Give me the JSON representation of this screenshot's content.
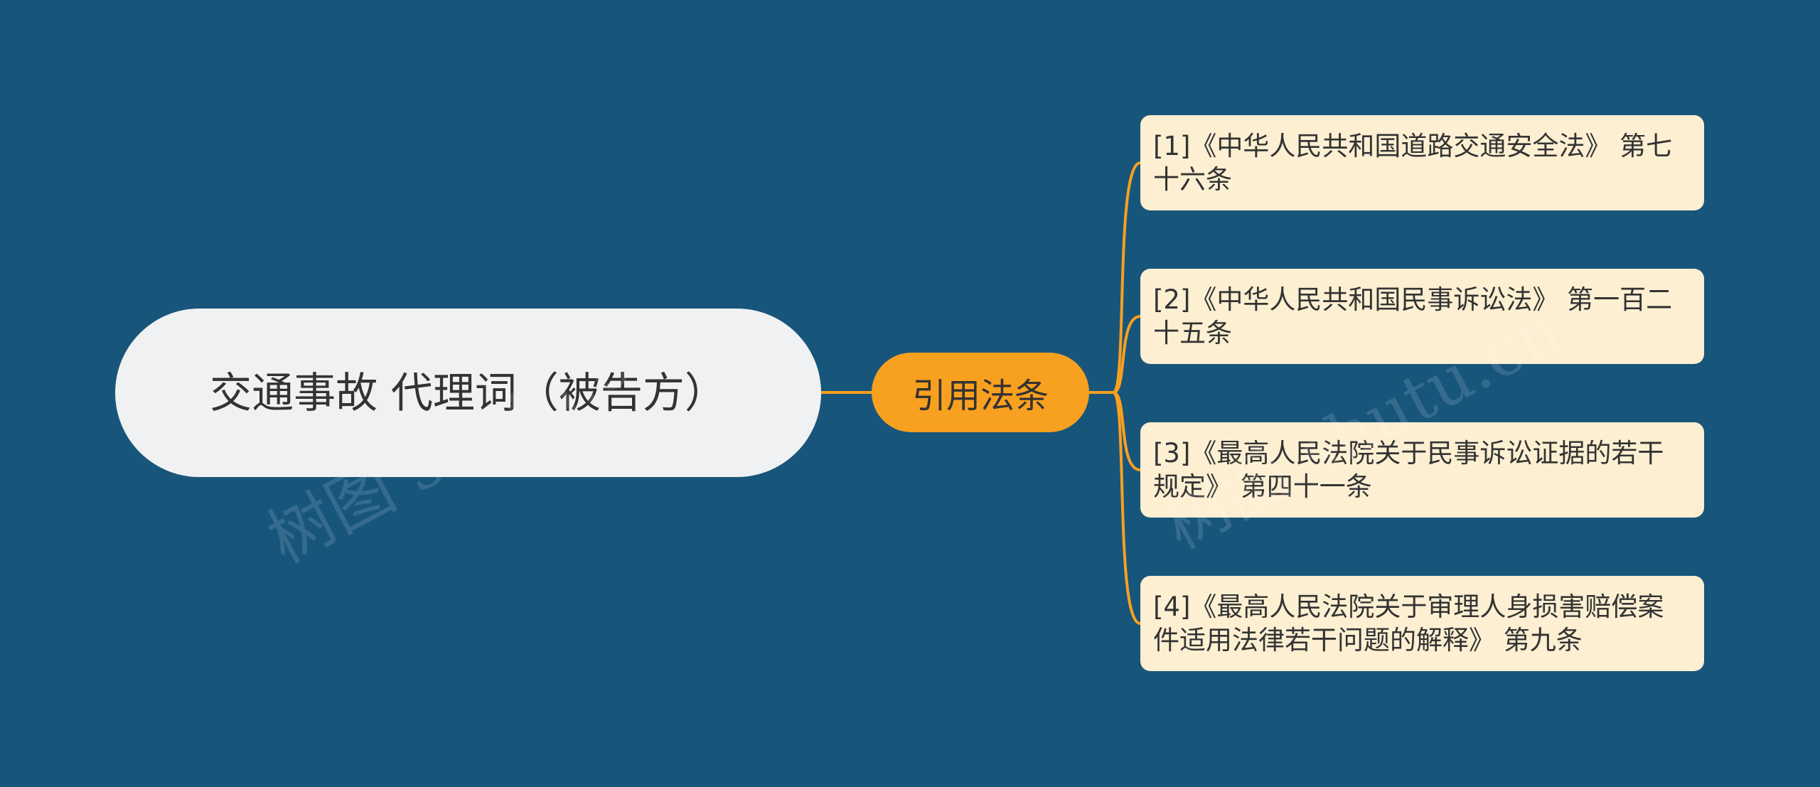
{
  "root": {
    "text": "交通事故 代理词（被告方）"
  },
  "branch": {
    "text": "引用法条"
  },
  "leaves": [
    {
      "text": "[1]《中华人民共和国道路交通安全法》 第七十六条"
    },
    {
      "text": "[2]《中华人民共和国民事诉讼法》 第一百二十五条"
    },
    {
      "text": "[3]《最高人民法院关于民事诉讼证据的若干规定》 第四十一条"
    },
    {
      "text": "[4]《最高人民法院关于审理人身损害赔偿案件适用法律若干问题的解释》 第九条"
    }
  ],
  "watermarks": [
    "树图 shutu.cn",
    "树图 shutu.cn"
  ],
  "colors": {
    "background": "#18557b",
    "root_fill": "#f0f1f2",
    "branch_fill": "#f8a01f",
    "leaf_fill": "#fdefd2",
    "connector": "#f8a01f",
    "text": "#333333"
  }
}
